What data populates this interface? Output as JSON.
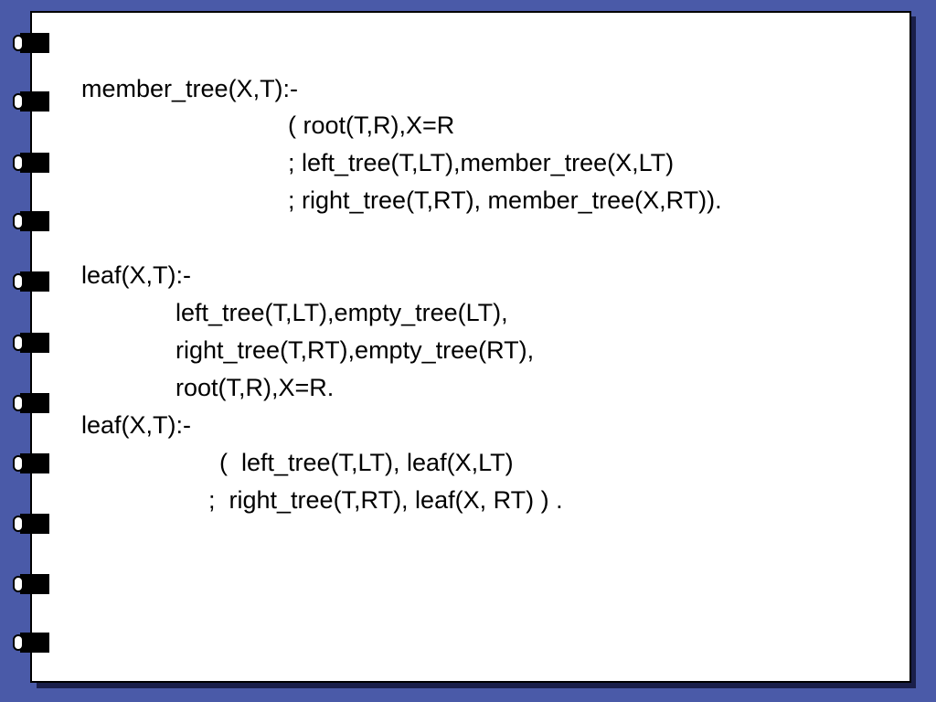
{
  "slide": {
    "lines": [
      "member_tree(X,T):-",
      "( root(T,R),X=R",
      "; left_tree(T,LT),member_tree(X,LT)",
      "; right_tree(T,RT), member_tree(X,RT)).",
      "leaf(X,T):-",
      "left_tree(T,LT),empty_tree(LT),",
      "right_tree(T,RT),empty_tree(RT),",
      "root(T,R),X=R.",
      "leaf(X,T):-",
      "(  left_tree(T,LT), leaf(X,LT)",
      ";  right_tree(T,RT), leaf(X, RT) ) ."
    ]
  }
}
